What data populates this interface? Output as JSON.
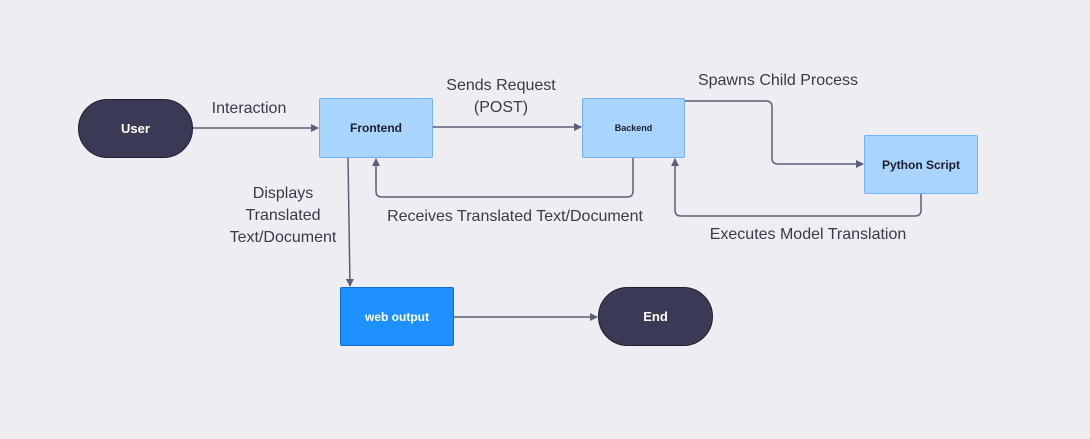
{
  "colors": {
    "background": "#eeedf2",
    "terminal": "#3b3a54",
    "process": "#a9d4fb",
    "output": "#1e90ff",
    "edge": "#5b5f7a"
  },
  "nodes": {
    "user": "User",
    "frontend": "Frontend",
    "backend": "Backend",
    "python": "Python Script",
    "web_output": "web output",
    "end": "End"
  },
  "edges": {
    "interaction": "Interaction",
    "sends_request": [
      "Sends Request",
      "(POST)"
    ],
    "spawns_child": "Spawns Child Process",
    "receives": "Receives Translated Text/Document",
    "executes": "Executes Model Translation",
    "displays": [
      "Displays",
      "Translated",
      "Text/Document"
    ]
  }
}
